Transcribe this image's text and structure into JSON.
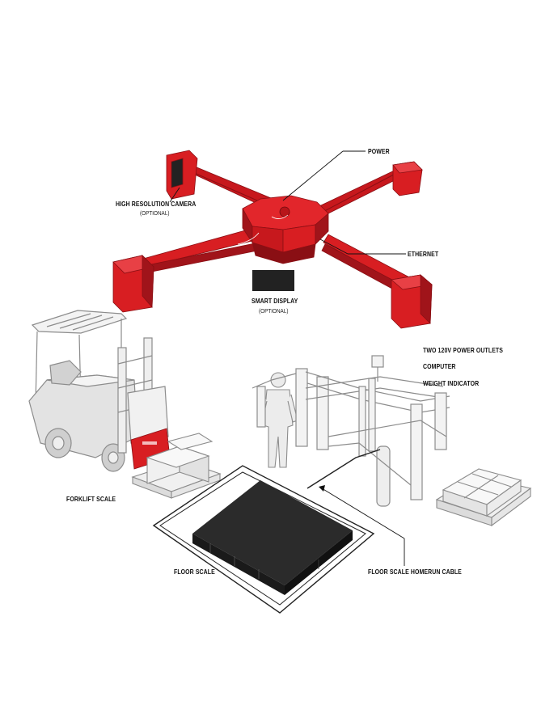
{
  "colors": {
    "accent_red": "#d81e22",
    "red_dark": "#a0141a",
    "mat": "#2b2b2b",
    "outline_gray": "#8c8c8c",
    "fill_gray": "#e9e9e9"
  },
  "labels": {
    "power": "POWER",
    "camera": "HIGH RESOLUTION CAMERA",
    "camera_sub": "(OPTIONAL)",
    "ethernet": "ETHERNET",
    "smart_display": "SMART DISPLAY",
    "smart_display_sub": "(OPTIONAL)",
    "outlets": "TWO 120V POWER OUTLETS",
    "computer": "COMPUTER",
    "weight_indicator": "WEIGHT INDICATOR",
    "forklift_scale": "FORKLIFT SCALE",
    "floor_scale": "FLOOR SCALE",
    "homerun_cable": "FLOOR SCALE HOMERUN CABLE"
  },
  "icons": {
    "overhead": "overhead-camera-rig-icon",
    "forklift": "forklift-icon",
    "person": "person-icon",
    "workstation": "workstation-frame-icon",
    "floor_scale": "floor-scale-icon",
    "pallet": "pallet-boxes-icon"
  }
}
